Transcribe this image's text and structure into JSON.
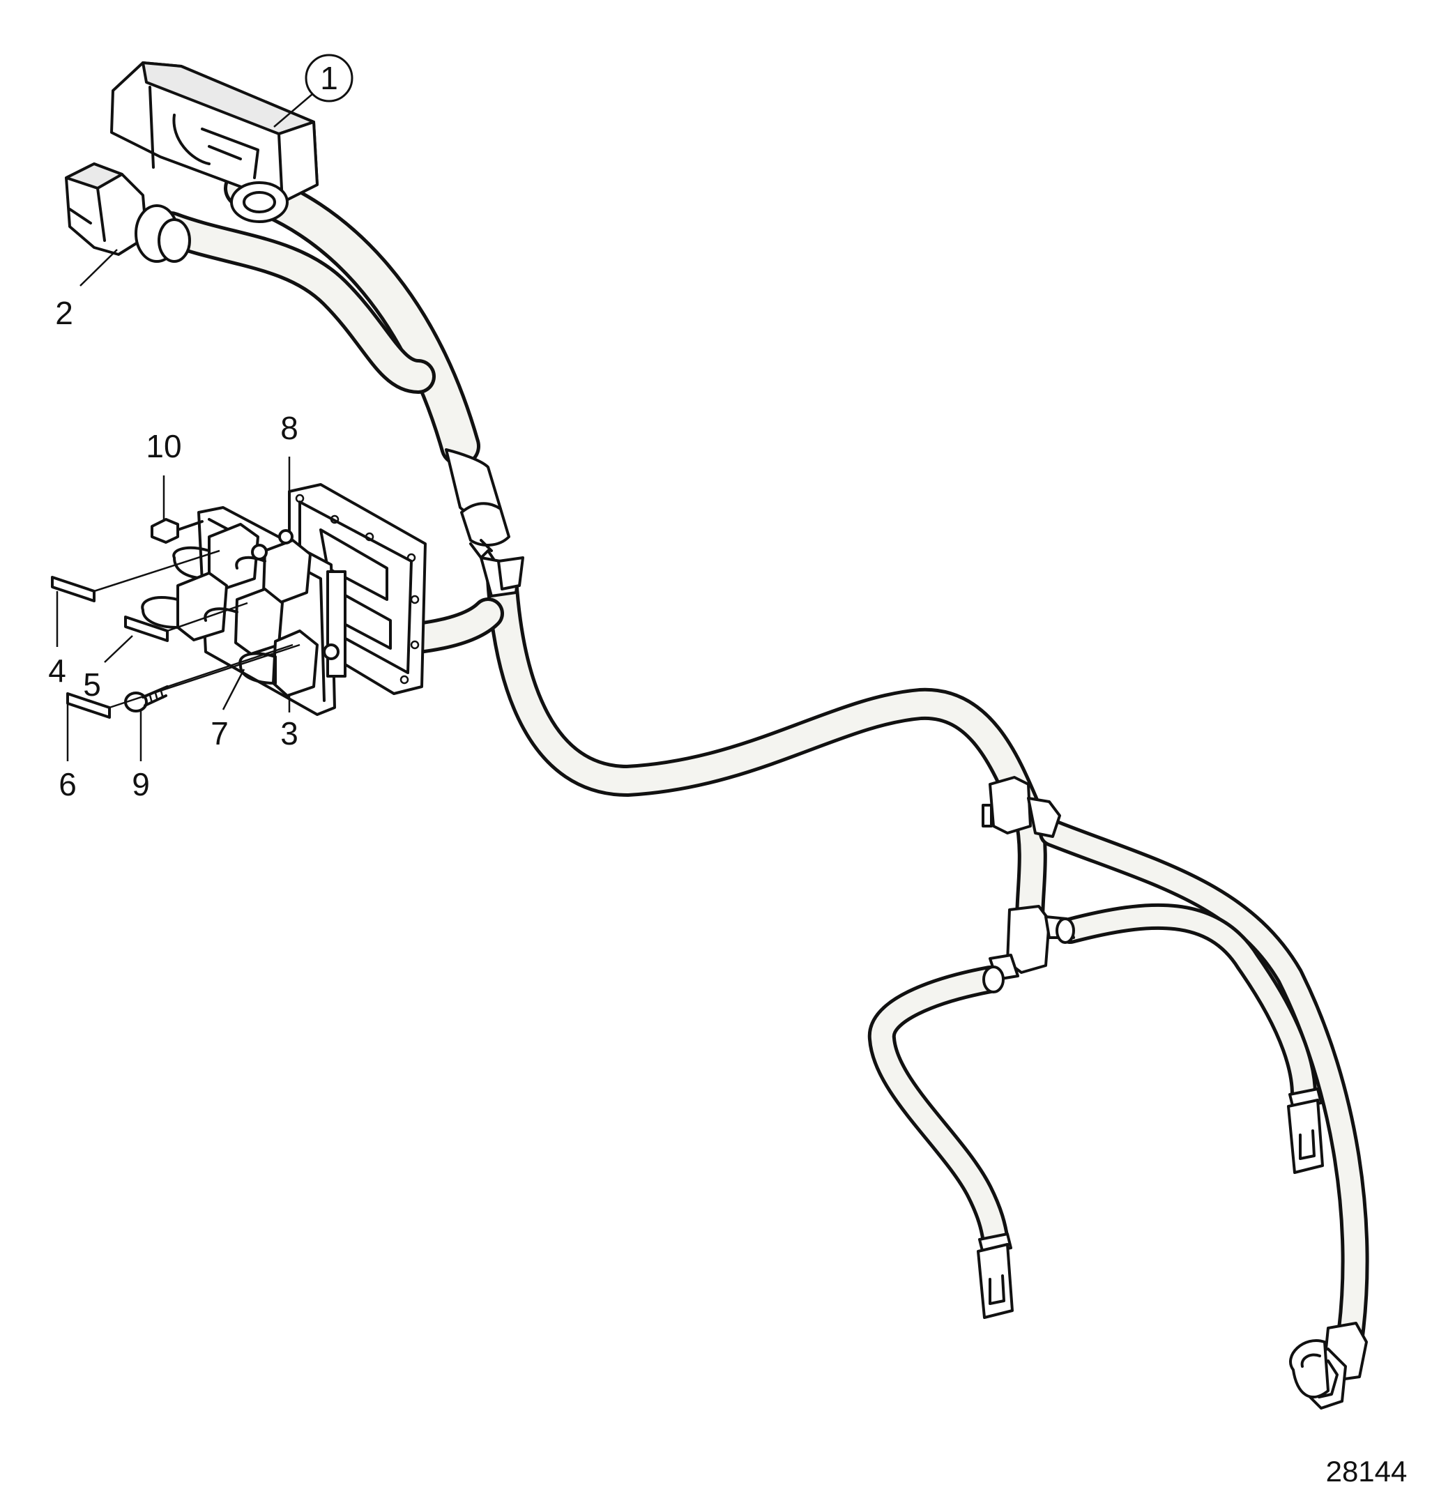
{
  "callouts": {
    "c1": "1",
    "c2": "2",
    "c3": "3",
    "c4": "4",
    "c5": "5",
    "c6": "6",
    "c7": "7",
    "c8": "8",
    "c9": "9",
    "c10": "10"
  },
  "figure_number": "28144"
}
